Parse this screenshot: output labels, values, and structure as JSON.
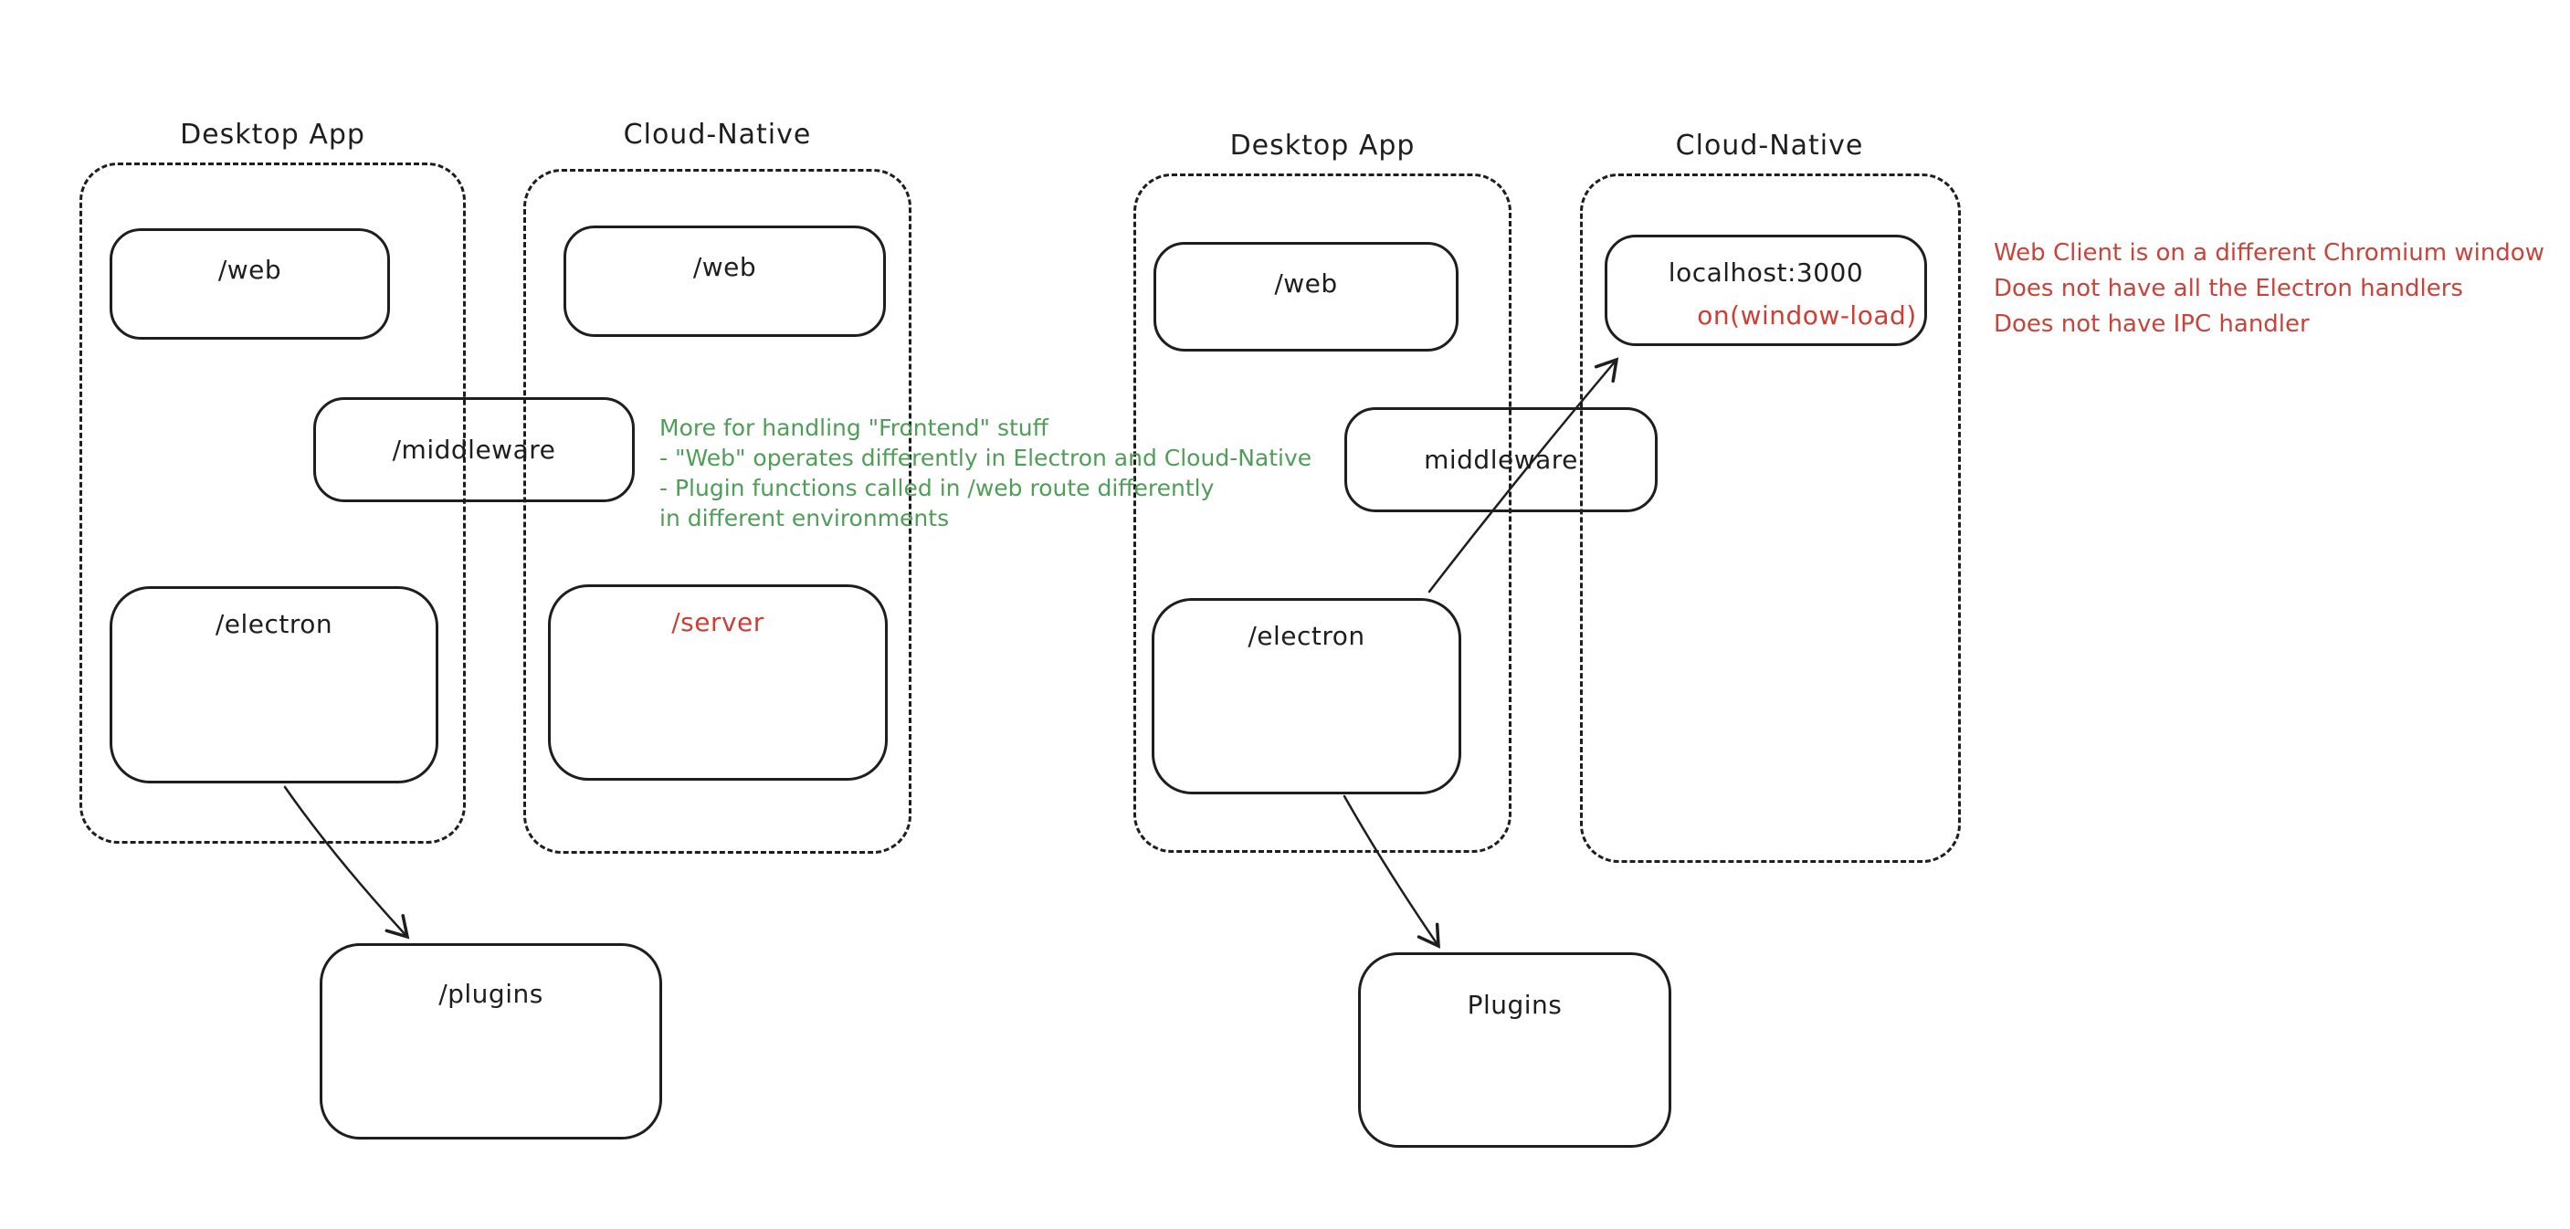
{
  "diagram": {
    "tool_style": "hand-drawn whiteboard sketch",
    "colors": {
      "stroke": "#1e1e1e",
      "green_note": "#4f9e57",
      "red_note": "#c8443a",
      "red_label": "#d03d34",
      "background": "#ffffff"
    }
  },
  "groups": {
    "left_desktop": {
      "title": "Desktop App"
    },
    "left_cloud": {
      "title": "Cloud-Native"
    },
    "right_desktop": {
      "title": "Desktop App"
    },
    "right_cloud": {
      "title": "Cloud-Native"
    }
  },
  "nodes": {
    "left_web": {
      "label": "/web"
    },
    "left_cloud_web": {
      "label": "/web"
    },
    "left_middleware": {
      "label": "/middleware"
    },
    "left_electron": {
      "label": "/electron"
    },
    "left_server": {
      "label": "/server"
    },
    "left_plugins": {
      "label": "/plugins"
    },
    "right_web": {
      "label": "/web"
    },
    "right_localhost": {
      "label": "localhost:3000",
      "sublabel": "on(window-load)"
    },
    "right_middleware": {
      "label": "middleware"
    },
    "right_electron": {
      "label": "/electron"
    },
    "right_plugins": {
      "label": "Plugins"
    }
  },
  "notes": {
    "green": {
      "lines": [
        "More for handling \"Frontend\" stuff",
        "- \"Web\" operates differently in Electron and Cloud-Native",
        "- Plugin functions called in /web route differently",
        "in different environments"
      ]
    },
    "red": {
      "lines": [
        "Web Client is on a different Chromium window",
        "Does not have all the Electron handlers",
        "Does not have IPC handler"
      ]
    }
  },
  "connections": [
    {
      "from": "left_electron",
      "to": "left_plugins",
      "style": "arrow"
    },
    {
      "from": "right_electron",
      "to": "right_plugins",
      "style": "arrow"
    },
    {
      "from": "right_electron",
      "to": "right_localhost",
      "style": "arrow",
      "note": "passes through middleware"
    }
  ]
}
